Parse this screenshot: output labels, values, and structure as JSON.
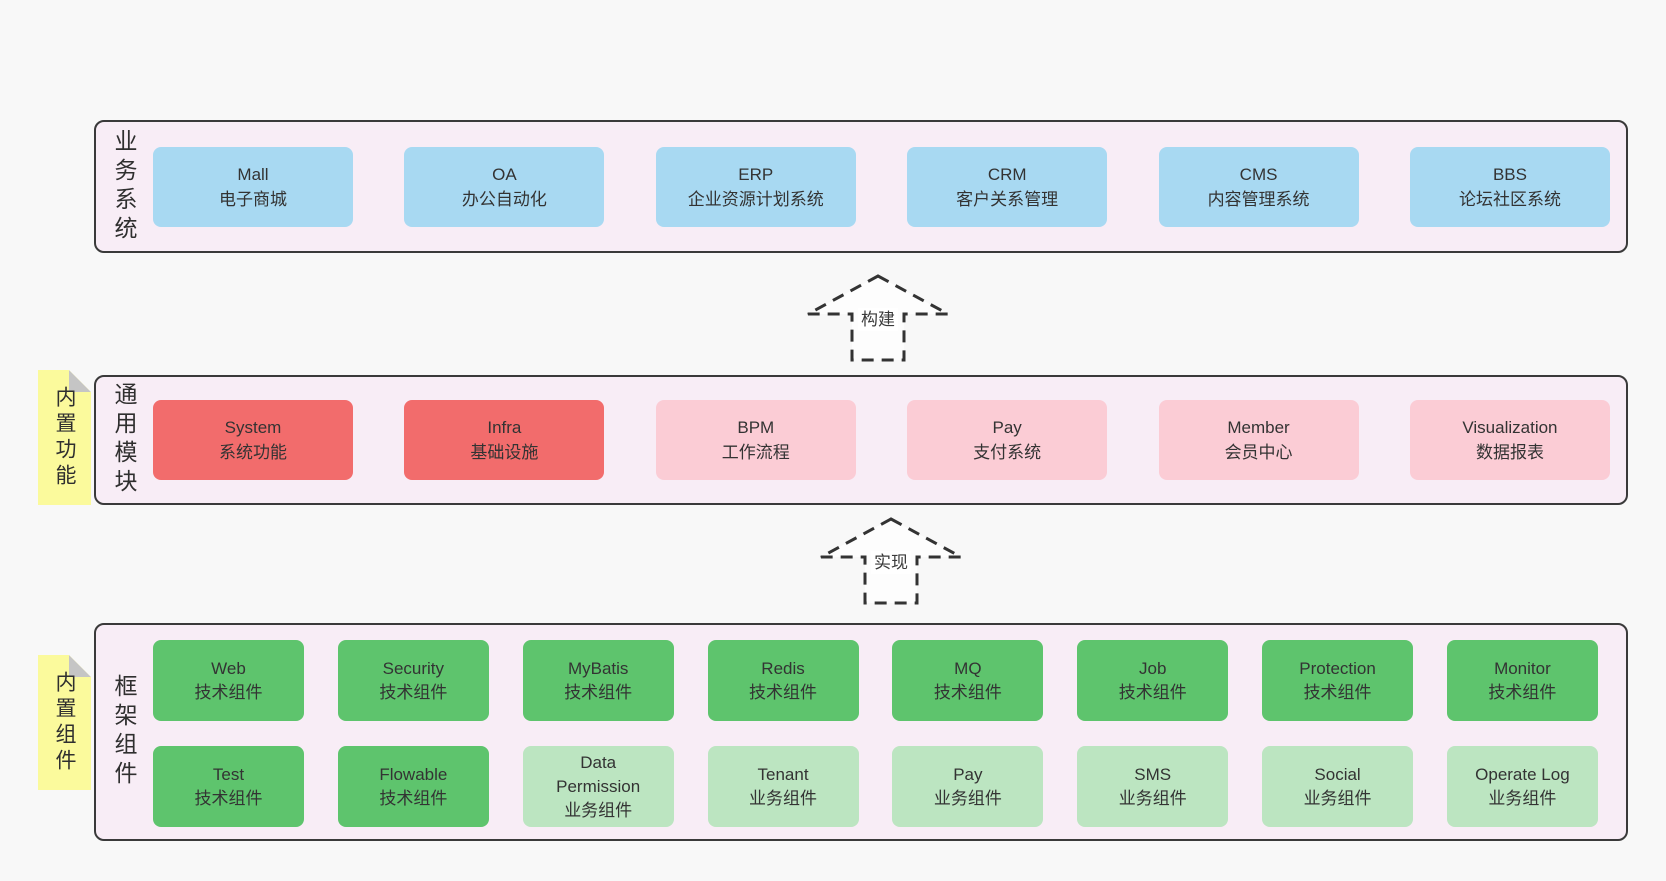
{
  "colors": {
    "page-bg": "#f8f8f8",
    "band-bg": "#f8edf6",
    "band-border": "#3a3a3a",
    "box-blue": "#a8d9f2",
    "box-red": "#f26c6c",
    "box-pink": "#fbccd5",
    "box-green": "#5ec46d",
    "box-green-light": "#bce5c1",
    "sticky-bg": "#fbfa9c",
    "sticky-fold": "#c5c5c5",
    "label-bg": "#ffffff",
    "text": "#333333"
  },
  "bands": [
    {
      "label": "业务系统",
      "boxes": [
        {
          "name": "Mall",
          "subtitle": "电子商城"
        },
        {
          "name": "OA",
          "subtitle": "办公自动化"
        },
        {
          "name": "ERP",
          "subtitle": "企业资源计划系统"
        },
        {
          "name": "CRM",
          "subtitle": "客户关系管理"
        },
        {
          "name": "CMS",
          "subtitle": "内容管理系统"
        },
        {
          "name": "BBS",
          "subtitle": "论坛社区系统"
        }
      ]
    },
    {
      "label": "通用模块",
      "sticky": "内置功能",
      "boxes": [
        {
          "name": "System",
          "subtitle": "系统功能"
        },
        {
          "name": "Infra",
          "subtitle": "基础设施"
        },
        {
          "name": "BPM",
          "subtitle": "工作流程"
        },
        {
          "name": "Pay",
          "subtitle": "支付系统"
        },
        {
          "name": "Member",
          "subtitle": "会员中心"
        },
        {
          "name": "Visualization",
          "subtitle": "数据报表"
        }
      ]
    },
    {
      "label": "框架组件",
      "sticky": "内置组件",
      "rows": [
        [
          {
            "name": "Web",
            "subtitle": "技术组件"
          },
          {
            "name": "Security",
            "subtitle": "技术组件"
          },
          {
            "name": "MyBatis",
            "subtitle": "技术组件"
          },
          {
            "name": "Redis",
            "subtitle": "技术组件"
          },
          {
            "name": "MQ",
            "subtitle": "技术组件"
          },
          {
            "name": "Job",
            "subtitle": "技术组件"
          },
          {
            "name": "Protection",
            "subtitle": "技术组件"
          },
          {
            "name": "Monitor",
            "subtitle": "技术组件"
          }
        ],
        [
          {
            "name": "Test",
            "subtitle": "技术组件"
          },
          {
            "name": "Flowable",
            "subtitle": "技术组件"
          },
          {
            "name": "Data Permission",
            "subtitle": "业务组件"
          },
          {
            "name": "Tenant",
            "subtitle": "业务组件"
          },
          {
            "name": "Pay",
            "subtitle": "业务组件"
          },
          {
            "name": "SMS",
            "subtitle": "业务组件"
          },
          {
            "name": "Social",
            "subtitle": "业务组件"
          },
          {
            "name": "Operate Log",
            "subtitle": "业务组件"
          }
        ]
      ]
    }
  ],
  "arrows": [
    {
      "label": "构建"
    },
    {
      "label": "实现"
    }
  ]
}
